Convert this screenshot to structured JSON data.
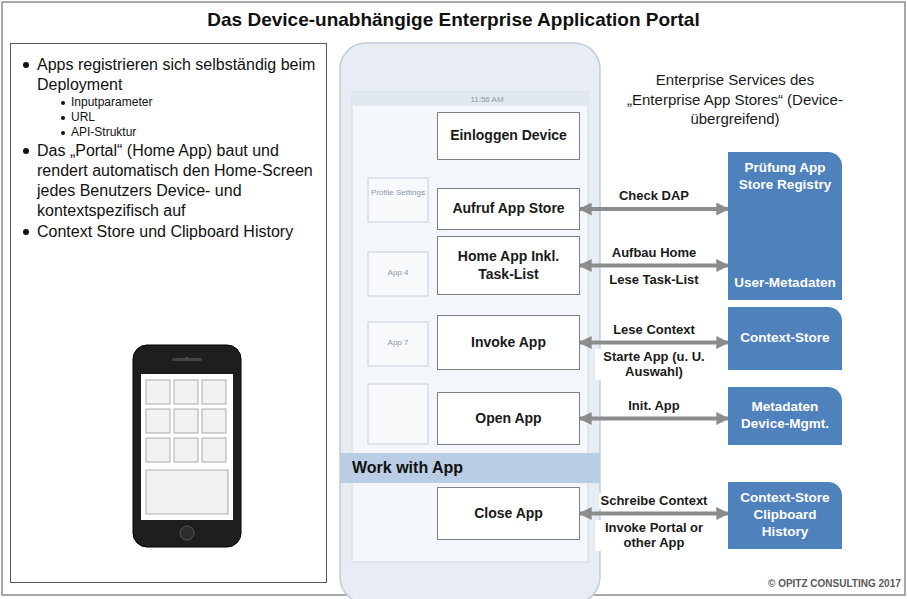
{
  "diagram": {
    "title": "Das Device-unabhängige Enterprise Application Portal",
    "nodes": [
      {
        "text": [
          "Apps registrieren sich selbständig beim Deployment",
          "Inputparameter",
          "URL",
          "API-Struktur",
          "Das „Portal“ (Home App) baut und rendert automatisch den Home-Screen jedes Benutzers Device- und kontextspezifisch auf",
          "Context Store und Clipboard History"
        ]
      },
      {
        "text": [
          "Einloggen Device"
        ]
      },
      {
        "text": [
          "Aufruf App Store"
        ]
      },
      {
        "text": [
          "Home App Inkl. Task-List"
        ]
      },
      {
        "text": [
          "Invoke App"
        ]
      },
      {
        "text": [
          "Open App"
        ]
      },
      {
        "text": [
          "Work with App"
        ]
      },
      {
        "text": [
          "Close App"
        ]
      },
      {
        "text": [
          "Prüfung App Store Registry",
          "User-Metadaten"
        ]
      },
      {
        "text": [
          "Context-Store"
        ]
      },
      {
        "text": [
          "Metadaten Device-Mgmt."
        ]
      },
      {
        "text": [
          "Context-Store Clipboard History"
        ]
      }
    ],
    "edges": [
      {
        "from": 2,
        "to": 8,
        "arrow": "both",
        "label": "Check DAP"
      },
      {
        "from": 3,
        "to": 8,
        "arrow": "both",
        "label": "Aufbau Home"
      },
      {
        "from": 4,
        "to": 9,
        "arrow": "both",
        "label": "Lese Context"
      },
      {
        "from": 5,
        "to": 10,
        "arrow": "both",
        "label": "Init. App"
      },
      {
        "from": 7,
        "to": 11,
        "arrow": "both",
        "label": "Schreibe Context"
      }
    ],
    "labels": [
      "Lese Task-List",
      "Starte App (u. U. Auswahl)",
      "Invoke Portal or other App",
      "Enterprise Services des „Enterprise App Stores“ (Device-übergreifend)",
      "© OPITZ CONSULTING 2017",
      "11:56 AM",
      "Profile Settings",
      "App 4",
      "App 7"
    ]
  }
}
